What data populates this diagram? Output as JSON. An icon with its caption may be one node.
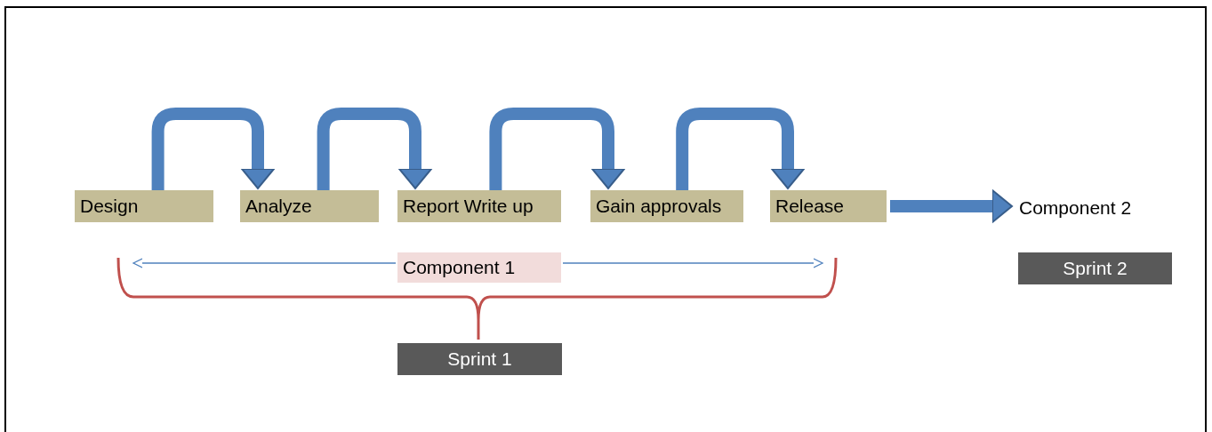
{
  "diagram": {
    "nodes": [
      {
        "text": [
          "Design"
        ]
      },
      {
        "text": [
          "Analyze"
        ]
      },
      {
        "text": [
          "Report Write up"
        ]
      },
      {
        "text": [
          "Gain approvals"
        ]
      },
      {
        "text": [
          "Release"
        ]
      },
      {
        "text": [
          "Component 2"
        ]
      },
      {
        "text": [
          "Component 1"
        ]
      },
      {
        "text": [
          "Sprint 1"
        ]
      },
      {
        "text": [
          "Sprint 2"
        ]
      }
    ],
    "edges": [
      {
        "from": 0,
        "to": 1,
        "arrow": "to"
      },
      {
        "from": 1,
        "to": 2,
        "arrow": "to"
      },
      {
        "from": 2,
        "to": 3,
        "arrow": "to"
      },
      {
        "from": 3,
        "to": 4,
        "arrow": "to"
      },
      {
        "from": 4,
        "to": 5,
        "arrow": "to"
      }
    ]
  }
}
